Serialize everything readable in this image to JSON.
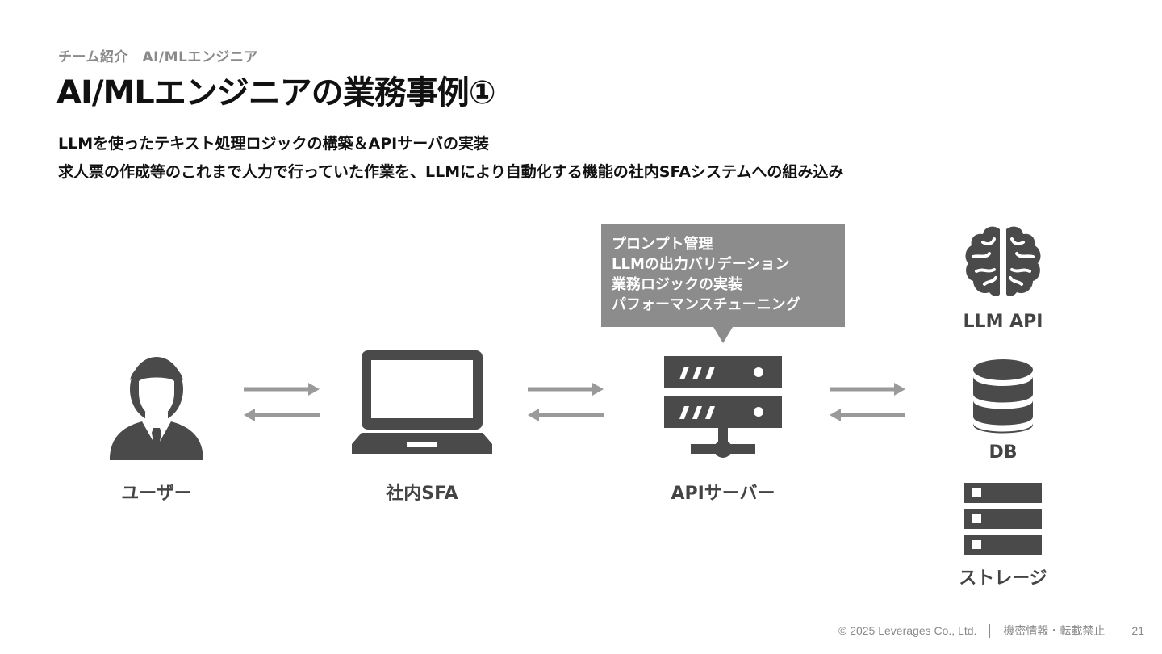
{
  "header": {
    "breadcrumb": "チーム紹介　AI/MLエンジニア",
    "title": "AI/MLエンジニアの業務事例①",
    "description_lines": [
      "LLMを使ったテキスト処理ロジックの構築＆APIサーバの実装",
      "求人票の作成等のこれまで人力で行っていた作業を、LLMにより自動化する機能の社内SFAシステムへの組み込み"
    ]
  },
  "diagram": {
    "nodes": {
      "user": {
        "label": "ユーザー",
        "icon": "user-icon"
      },
      "sfa": {
        "label": "社内SFA",
        "icon": "laptop-icon"
      },
      "api_server": {
        "label": "APIサーバー",
        "icon": "server-icon"
      },
      "llm_api": {
        "label": "LLM API",
        "icon": "brain-icon"
      },
      "db": {
        "label": "DB",
        "icon": "database-icon"
      },
      "storage": {
        "label": "ストレージ",
        "icon": "storage-icon"
      }
    },
    "callout": {
      "items": [
        "プロンプト管理",
        "LLMの出力バリデーション",
        "業務ロジックの実装",
        "パフォーマンスチューニング"
      ]
    },
    "colors": {
      "icon": "#4a4a4a",
      "arrow": "#9a9a9a",
      "callout_bg": "#8c8c8c"
    }
  },
  "footer": {
    "copyright": "© 2025 Leverages Co., Ltd.",
    "confidential": "機密情報・転載禁止",
    "page_number": "21"
  }
}
